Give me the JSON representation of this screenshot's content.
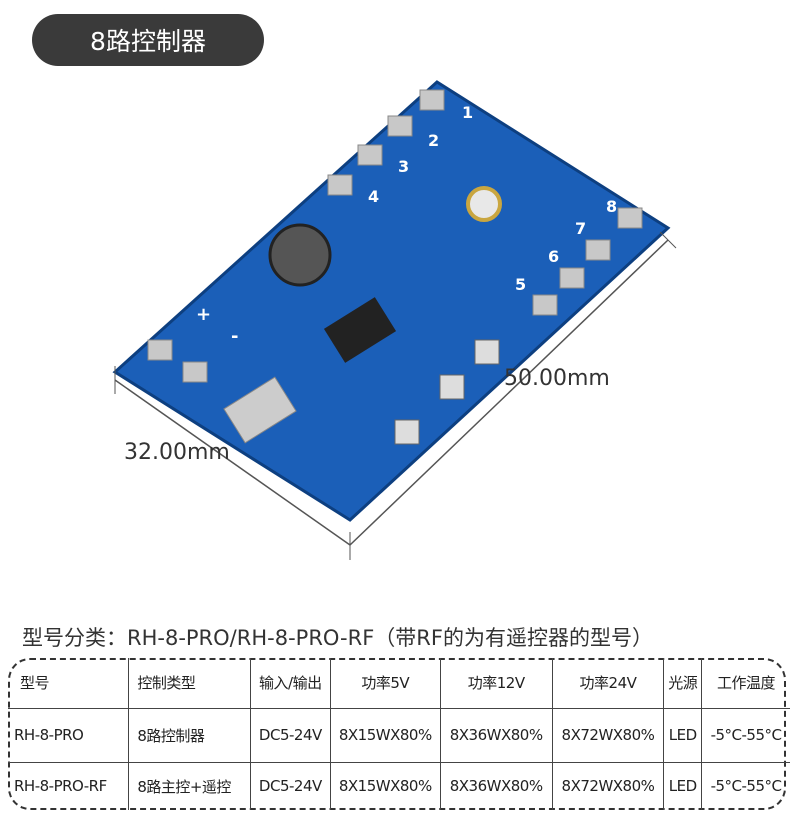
{
  "title": "8路控制器",
  "dimensions": {
    "length": "50.00mm",
    "width": "32.00mm"
  },
  "board_silkscreen": {
    "channels": [
      "1",
      "2",
      "3",
      "4",
      "5",
      "6",
      "7",
      "8"
    ],
    "power": [
      "+",
      "-"
    ]
  },
  "subtitle": "型号分类：RH-8-PRO/RH-8-PRO-RF（带RF的为有遥控器的型号）",
  "table": {
    "headers": [
      "型号",
      "控制类型",
      "输入/输出",
      "功率5V",
      "功率12V",
      "功率24V",
      "光源",
      "工作温度"
    ],
    "rows": [
      [
        "RH-8-PRO",
        "8路控制器",
        "DC5-24V",
        "8X15WX80%",
        "8X36WX80%",
        "8X72WX80%",
        "LED",
        "-5°C-55°C"
      ],
      [
        "RH-8-PRO-RF",
        "8路主控+遥控",
        "DC5-24V",
        "8X15WX80%",
        "8X36WX80%",
        "8X72WX80%",
        "LED",
        "-5°C-55°C"
      ]
    ]
  },
  "colors": {
    "pcb": "#1a5fb4",
    "pill": "#3a3a3a"
  }
}
